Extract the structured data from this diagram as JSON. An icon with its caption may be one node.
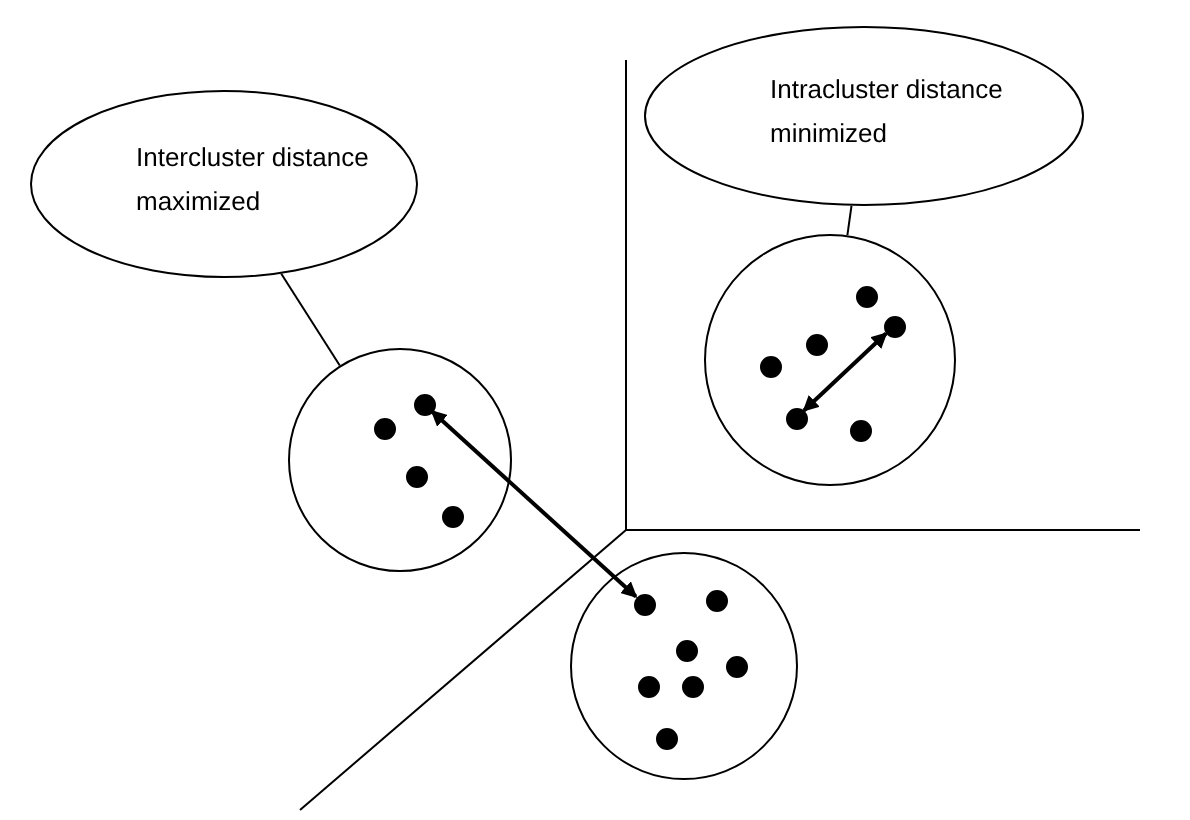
{
  "diagram": {
    "nodes": [
      {
        "text": [
          "Intercluster distance maximized"
        ]
      },
      {
        "text": [
          "Intracluster distance minimized"
        ]
      },
      {
        "text": [],
        "shape": "circle"
      },
      {
        "text": [],
        "shape": "circle"
      },
      {
        "text": [],
        "shape": "circle"
      },
      {
        "text": [],
        "shape": "circle",
        "in": 2
      },
      {
        "text": [],
        "shape": "circle",
        "in": 2
      },
      {
        "text": [],
        "shape": "circle",
        "in": 2
      },
      {
        "text": [],
        "shape": "circle",
        "in": 2
      },
      {
        "text": [],
        "shape": "circle",
        "in": 3
      },
      {
        "text": [],
        "shape": "circle",
        "in": 3
      },
      {
        "text": [],
        "shape": "circle",
        "in": 3
      },
      {
        "text": [],
        "shape": "circle",
        "in": 3
      },
      {
        "text": [],
        "shape": "circle",
        "in": 3
      },
      {
        "text": [],
        "shape": "circle",
        "in": 3
      },
      {
        "text": [],
        "shape": "circle",
        "in": 4
      },
      {
        "text": [],
        "shape": "circle",
        "in": 4
      },
      {
        "text": [],
        "shape": "circle",
        "in": 4
      },
      {
        "text": [],
        "shape": "circle",
        "in": 4
      },
      {
        "text": [],
        "shape": "circle",
        "in": 4
      },
      {
        "text": [],
        "shape": "circle",
        "in": 4
      },
      {
        "text": [],
        "shape": "circle",
        "in": 4
      }
    ],
    "edges": [
      {
        "from": 0,
        "to": 2,
        "arrow": "none"
      },
      {
        "from": 1,
        "to": 3,
        "arrow": "none"
      },
      {
        "from": 6,
        "to": 15,
        "arrow": "both"
      },
      {
        "from": 10,
        "to": 14,
        "arrow": "both"
      }
    ]
  }
}
